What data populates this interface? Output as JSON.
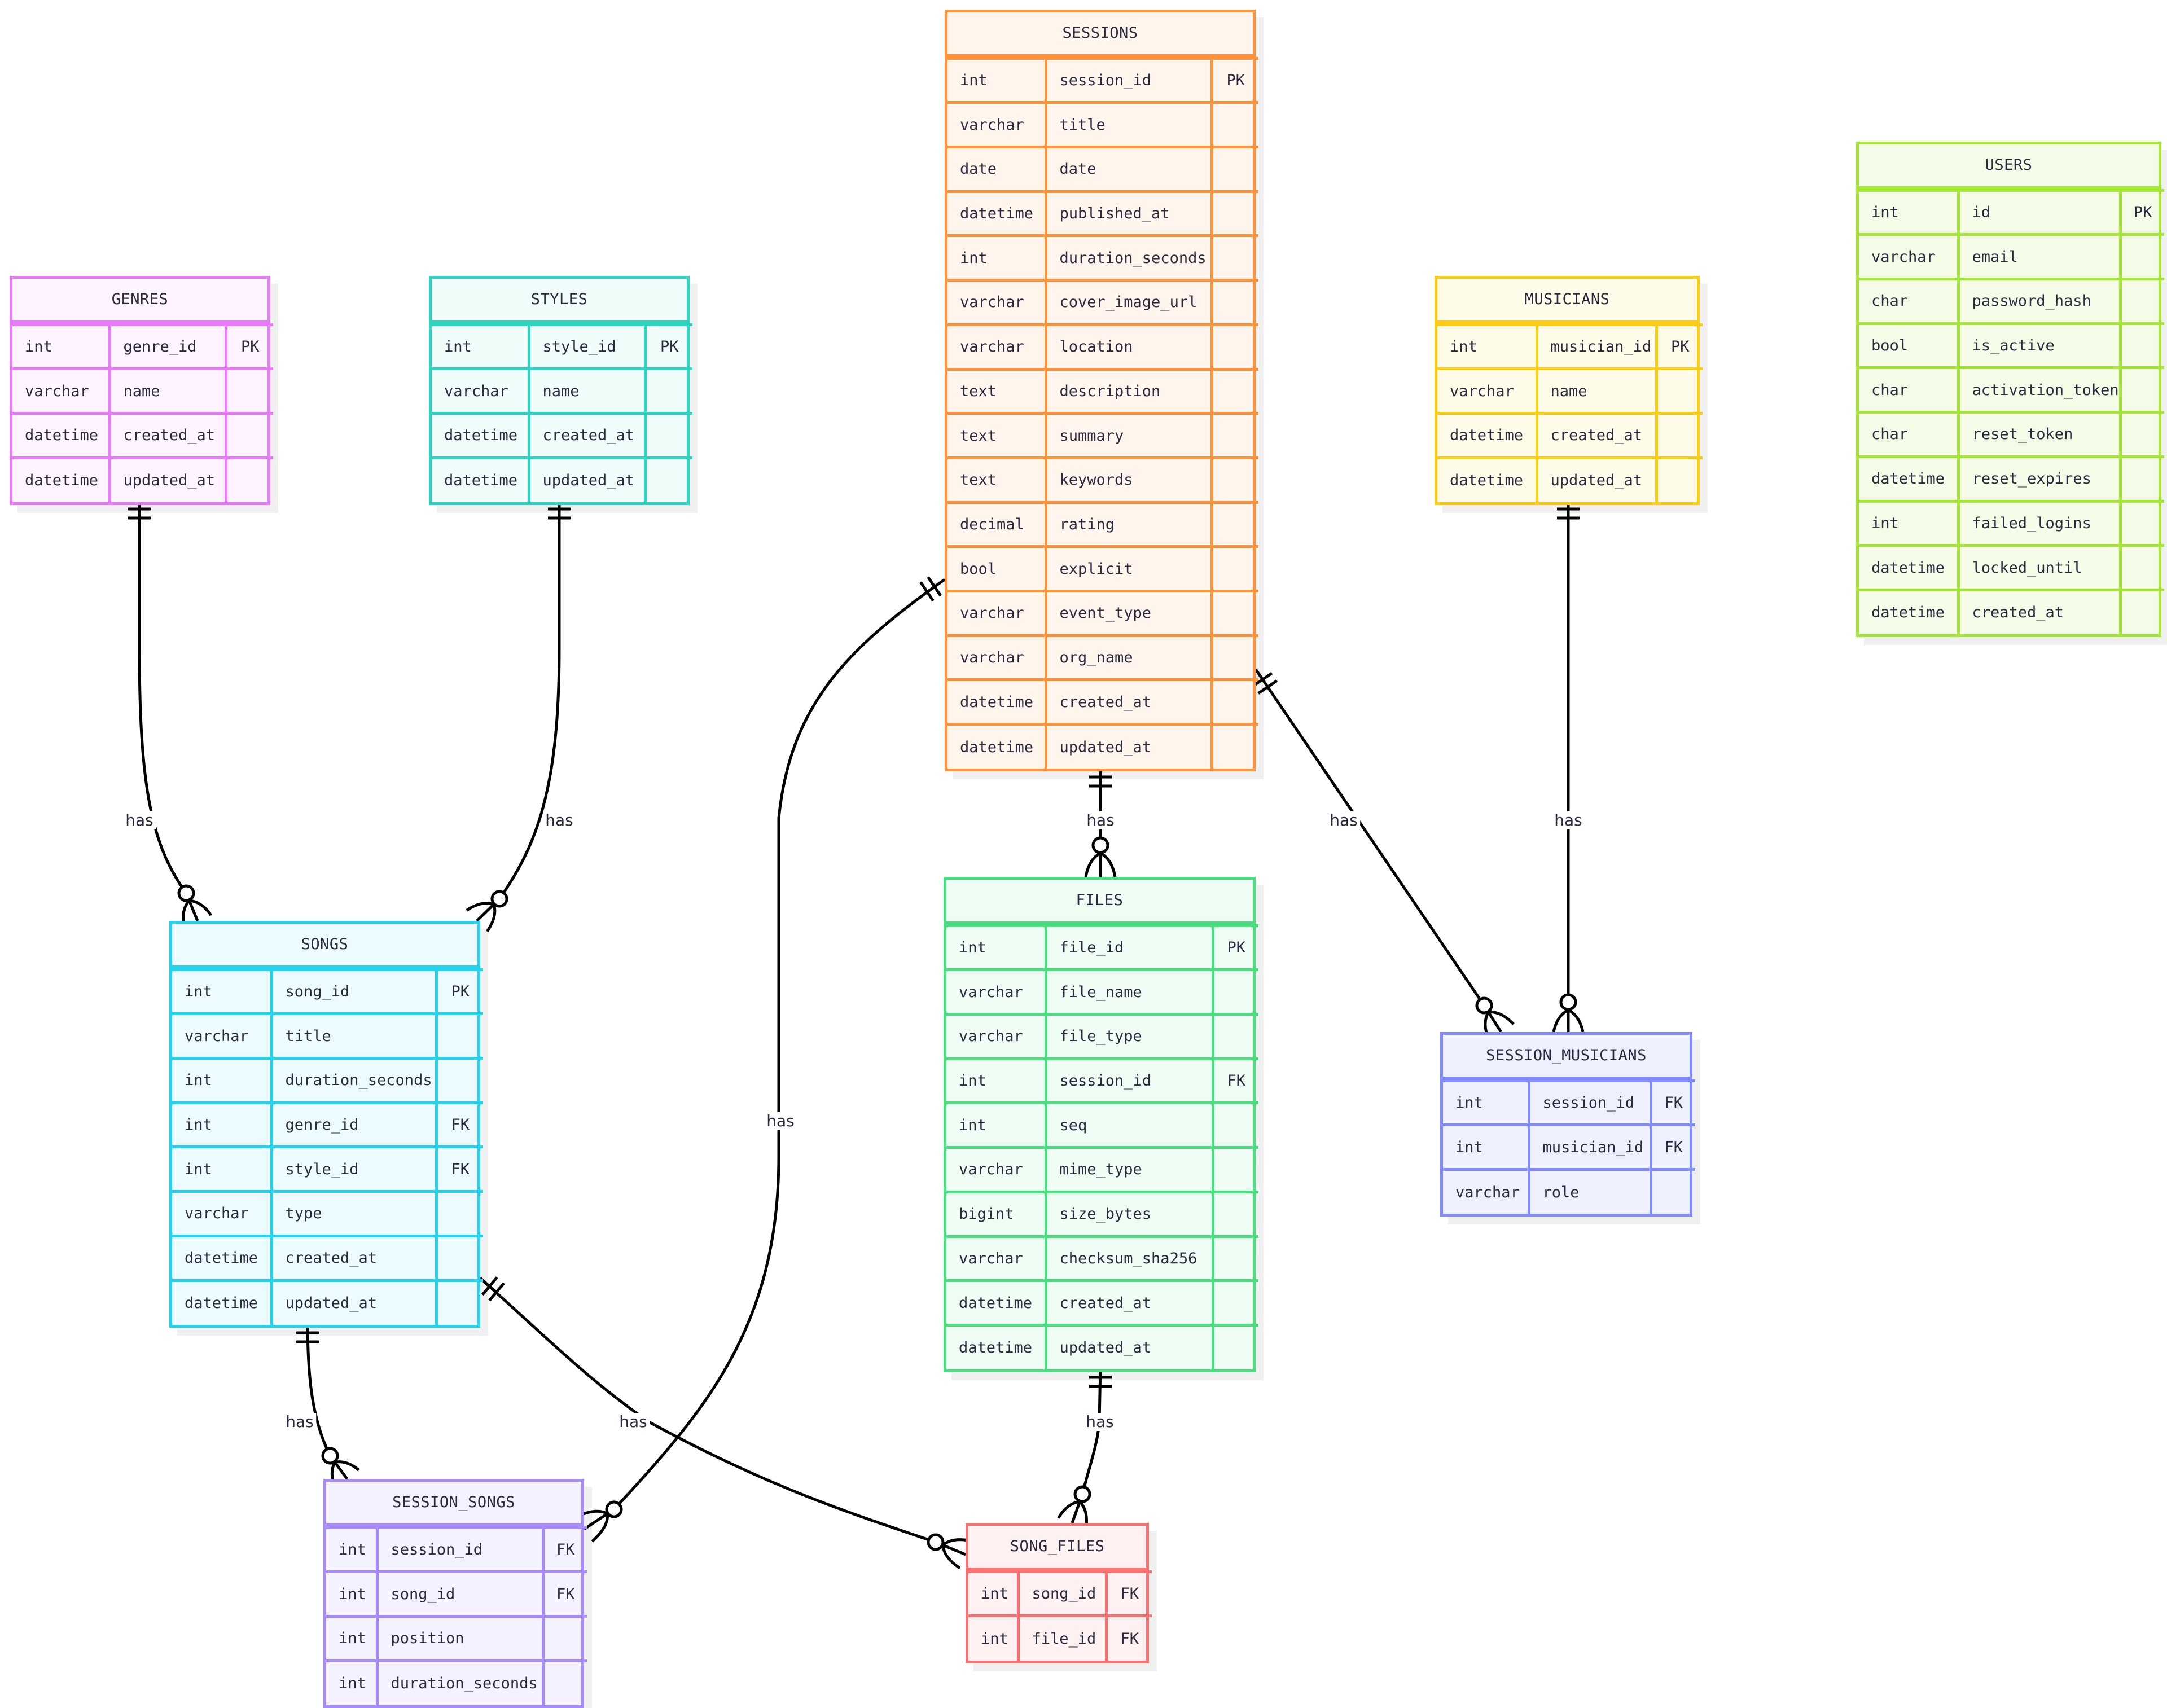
{
  "diagram": {
    "type": "entity-relationship",
    "entities": [
      {
        "id": "genres",
        "name": "GENRES",
        "border": "#e879f9",
        "fill": "#fdf4ff",
        "attributes": [
          {
            "type": "int",
            "name": "genre_id",
            "key": "PK"
          },
          {
            "type": "varchar",
            "name": "name",
            "key": ""
          },
          {
            "type": "datetime",
            "name": "created_at",
            "key": ""
          },
          {
            "type": "datetime",
            "name": "updated_at",
            "key": ""
          }
        ]
      },
      {
        "id": "styles",
        "name": "STYLES",
        "border": "#2dd4bf",
        "fill": "#effcf9",
        "attributes": [
          {
            "type": "int",
            "name": "style_id",
            "key": "PK"
          },
          {
            "type": "varchar",
            "name": "name",
            "key": ""
          },
          {
            "type": "datetime",
            "name": "created_at",
            "key": ""
          },
          {
            "type": "datetime",
            "name": "updated_at",
            "key": ""
          }
        ]
      },
      {
        "id": "sessions",
        "name": "SESSIONS",
        "border": "#fb923c",
        "fill": "#fff5ec",
        "attributes": [
          {
            "type": "int",
            "name": "session_id",
            "key": "PK"
          },
          {
            "type": "varchar",
            "name": "title",
            "key": ""
          },
          {
            "type": "date",
            "name": "date",
            "key": ""
          },
          {
            "type": "datetime",
            "name": "published_at",
            "key": ""
          },
          {
            "type": "int",
            "name": "duration_seconds",
            "key": ""
          },
          {
            "type": "varchar",
            "name": "cover_image_url",
            "key": ""
          },
          {
            "type": "varchar",
            "name": "location",
            "key": ""
          },
          {
            "type": "text",
            "name": "description",
            "key": ""
          },
          {
            "type": "text",
            "name": "summary",
            "key": ""
          },
          {
            "type": "text",
            "name": "keywords",
            "key": ""
          },
          {
            "type": "decimal",
            "name": "rating",
            "key": ""
          },
          {
            "type": "bool",
            "name": "explicit",
            "key": ""
          },
          {
            "type": "varchar",
            "name": "event_type",
            "key": ""
          },
          {
            "type": "varchar",
            "name": "org_name",
            "key": ""
          },
          {
            "type": "datetime",
            "name": "created_at",
            "key": ""
          },
          {
            "type": "datetime",
            "name": "updated_at",
            "key": ""
          }
        ]
      },
      {
        "id": "musicians",
        "name": "MUSICIANS",
        "border": "#facc15",
        "fill": "#fefbe8",
        "attributes": [
          {
            "type": "int",
            "name": "musician_id",
            "key": "PK"
          },
          {
            "type": "varchar",
            "name": "name",
            "key": ""
          },
          {
            "type": "datetime",
            "name": "created_at",
            "key": ""
          },
          {
            "type": "datetime",
            "name": "updated_at",
            "key": ""
          }
        ]
      },
      {
        "id": "users",
        "name": "USERS",
        "border": "#a3e635",
        "fill": "#f4fce8",
        "attributes": [
          {
            "type": "int",
            "name": "id",
            "key": "PK"
          },
          {
            "type": "varchar",
            "name": "email",
            "key": ""
          },
          {
            "type": "char",
            "name": "password_hash",
            "key": ""
          },
          {
            "type": "bool",
            "name": "is_active",
            "key": ""
          },
          {
            "type": "char",
            "name": "activation_token",
            "key": ""
          },
          {
            "type": "char",
            "name": "reset_token",
            "key": ""
          },
          {
            "type": "datetime",
            "name": "reset_expires",
            "key": ""
          },
          {
            "type": "int",
            "name": "failed_logins",
            "key": ""
          },
          {
            "type": "datetime",
            "name": "locked_until",
            "key": ""
          },
          {
            "type": "datetime",
            "name": "created_at",
            "key": ""
          }
        ]
      },
      {
        "id": "songs",
        "name": "SONGS",
        "border": "#22d3ee",
        "fill": "#ecfcfe",
        "attributes": [
          {
            "type": "int",
            "name": "song_id",
            "key": "PK"
          },
          {
            "type": "varchar",
            "name": "title",
            "key": ""
          },
          {
            "type": "int",
            "name": "duration_seconds",
            "key": ""
          },
          {
            "type": "int",
            "name": "genre_id",
            "key": "FK"
          },
          {
            "type": "int",
            "name": "style_id",
            "key": "FK"
          },
          {
            "type": "varchar",
            "name": "type",
            "key": ""
          },
          {
            "type": "datetime",
            "name": "created_at",
            "key": ""
          },
          {
            "type": "datetime",
            "name": "updated_at",
            "key": ""
          }
        ]
      },
      {
        "id": "files",
        "name": "FILES",
        "border": "#4ade80",
        "fill": "#effcf3",
        "attributes": [
          {
            "type": "int",
            "name": "file_id",
            "key": "PK"
          },
          {
            "type": "varchar",
            "name": "file_name",
            "key": ""
          },
          {
            "type": "varchar",
            "name": "file_type",
            "key": ""
          },
          {
            "type": "int",
            "name": "session_id",
            "key": "FK"
          },
          {
            "type": "int",
            "name": "seq",
            "key": ""
          },
          {
            "type": "varchar",
            "name": "mime_type",
            "key": ""
          },
          {
            "type": "bigint",
            "name": "size_bytes",
            "key": ""
          },
          {
            "type": "varchar",
            "name": "checksum_sha256",
            "key": ""
          },
          {
            "type": "datetime",
            "name": "created_at",
            "key": ""
          },
          {
            "type": "datetime",
            "name": "updated_at",
            "key": ""
          }
        ]
      },
      {
        "id": "session_musicians",
        "name": "SESSION_MUSICIANS",
        "border": "#818cf8",
        "fill": "#eef1fd",
        "attributes": [
          {
            "type": "int",
            "name": "session_id",
            "key": "FK"
          },
          {
            "type": "int",
            "name": "musician_id",
            "key": "FK"
          },
          {
            "type": "varchar",
            "name": "role",
            "key": ""
          }
        ]
      },
      {
        "id": "session_songs",
        "name": "SESSION_SONGS",
        "border": "#a78bfa",
        "fill": "#f4f2fe",
        "attributes": [
          {
            "type": "int",
            "name": "session_id",
            "key": "FK"
          },
          {
            "type": "int",
            "name": "song_id",
            "key": "FK"
          },
          {
            "type": "int",
            "name": "position",
            "key": ""
          },
          {
            "type": "int",
            "name": "duration_seconds",
            "key": ""
          }
        ]
      },
      {
        "id": "song_files",
        "name": "SONG_FILES",
        "border": "#f87171",
        "fill": "#fef1f1",
        "attributes": [
          {
            "type": "int",
            "name": "song_id",
            "key": "FK"
          },
          {
            "type": "int",
            "name": "file_id",
            "key": "FK"
          }
        ]
      }
    ],
    "relationships": [
      {
        "from": "genres",
        "to": "songs",
        "label": "has",
        "from_cardinality": "exactly-one",
        "to_cardinality": "zero-or-more"
      },
      {
        "from": "styles",
        "to": "songs",
        "label": "has",
        "from_cardinality": "exactly-one",
        "to_cardinality": "zero-or-more"
      },
      {
        "from": "sessions",
        "to": "files",
        "label": "has",
        "from_cardinality": "exactly-one",
        "to_cardinality": "zero-or-more"
      },
      {
        "from": "sessions",
        "to": "session_songs",
        "label": "has",
        "from_cardinality": "exactly-one",
        "to_cardinality": "zero-or-more"
      },
      {
        "from": "sessions",
        "to": "session_musicians",
        "label": "has",
        "from_cardinality": "exactly-one",
        "to_cardinality": "zero-or-more"
      },
      {
        "from": "musicians",
        "to": "session_musicians",
        "label": "has",
        "from_cardinality": "exactly-one",
        "to_cardinality": "zero-or-more"
      },
      {
        "from": "songs",
        "to": "session_songs",
        "label": "has",
        "from_cardinality": "exactly-one",
        "to_cardinality": "zero-or-more"
      },
      {
        "from": "songs",
        "to": "song_files",
        "label": "has",
        "from_cardinality": "exactly-one",
        "to_cardinality": "zero-or-more"
      },
      {
        "from": "files",
        "to": "song_files",
        "label": "has",
        "from_cardinality": "exactly-one",
        "to_cardinality": "zero-or-more"
      }
    ]
  }
}
